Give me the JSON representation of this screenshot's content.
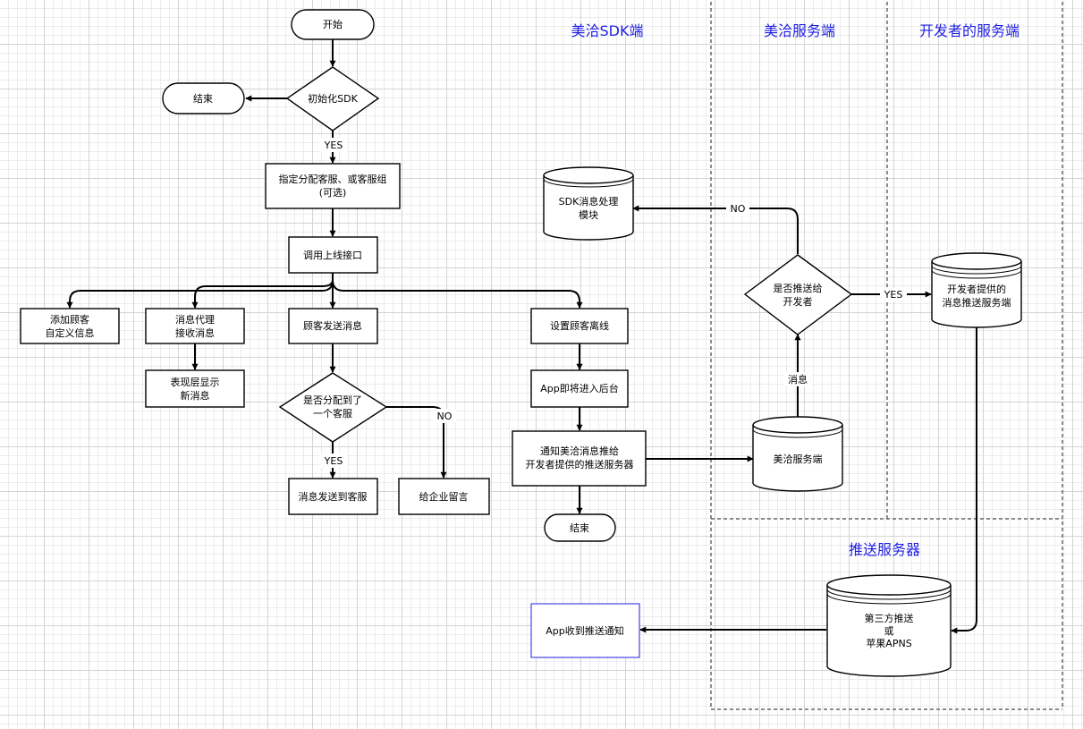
{
  "diagram": {
    "sections": {
      "sdk": "美洽SDK端",
      "meiqia_server": "美洽服务端",
      "developer_server": "开发者的服务端",
      "push_server": "推送服务器"
    },
    "nodes": {
      "start": "开始",
      "end_top": "结束",
      "init_sdk": "初始化SDK",
      "assign_1": "指定分配客服、或客服组",
      "assign_2": "(可选)",
      "online_api": "调用上线接口",
      "add_info_1": "添加顾客",
      "add_info_2": "自定义信息",
      "proxy_1": "消息代理",
      "proxy_2": "接收消息",
      "display_1": "表现层显示",
      "display_2": "新消息",
      "send_msg": "顾客发送消息",
      "assigned_1": "是否分配到了",
      "assigned_2": "一个客服",
      "to_agent": "消息发送到客服",
      "leave_msg": "给企业留言",
      "offline": "设置顾客离线",
      "background": "App即将进入后台",
      "notify_1": "通知美洽消息推给",
      "notify_2": "开发者提供的推送服务器",
      "end_bottom": "结束",
      "sdk_module_1": "SDK消息处理",
      "sdk_module_2": "模块",
      "push_dev_1": "是否推送给",
      "push_dev_2": "开发者",
      "meiqia_db": "美洽服务端",
      "dev_push_1": "开发者提供的",
      "dev_push_2": "消息推送服务端",
      "third_1": "第三方推送",
      "third_2": "或",
      "third_3": "苹果APNS",
      "app_receive": "App收到推送通知"
    },
    "edge_labels": {
      "yes_init": "YES",
      "yes_assigned": "YES",
      "no_assigned": "NO",
      "no_push": "NO",
      "yes_push": "YES",
      "message": "消息"
    },
    "colors": {
      "section_title": "#1f1fe6",
      "app_receive_border": "#1f1fe6"
    }
  }
}
